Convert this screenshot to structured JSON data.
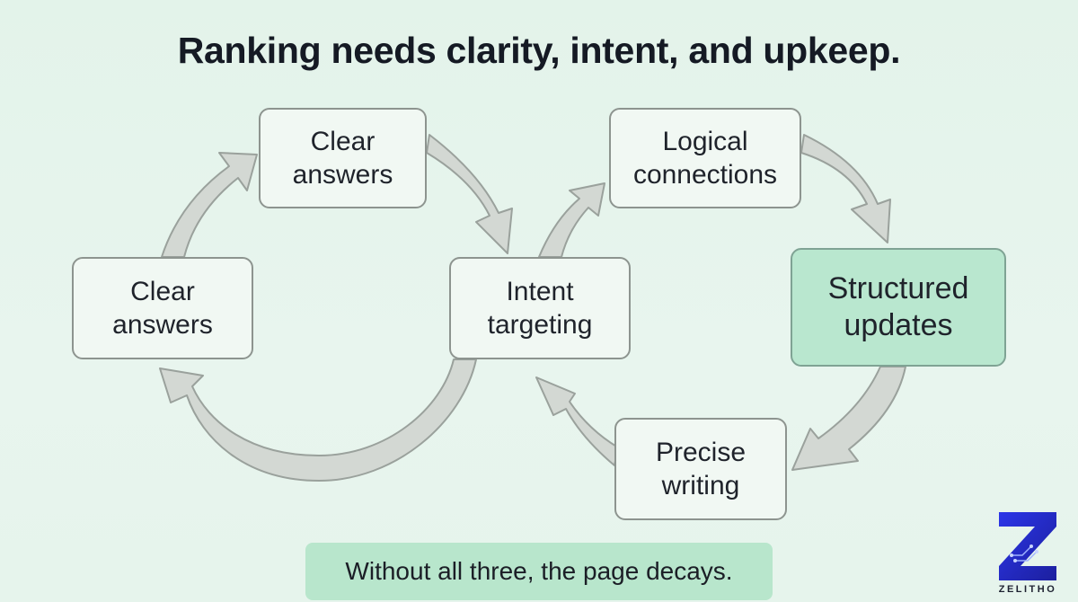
{
  "title": "Ranking needs clarity, intent, and upkeep.",
  "nodes": {
    "clear_answers_top": {
      "line1": "Clear",
      "line2": "answers"
    },
    "clear_answers_left": {
      "line1": "Clear",
      "line2": "answers"
    },
    "intent_targeting": {
      "line1": "Intent",
      "line2": "targeting"
    },
    "logical_connections": {
      "line1": "Logical",
      "line2": "connections"
    },
    "structured_updates": {
      "line1": "Structured",
      "line2": "updates"
    },
    "precise_writing": {
      "line1": "Precise",
      "line2": "writing"
    }
  },
  "caption": "Without all three, the page decays.",
  "logo": {
    "text": "ZELITHO"
  },
  "colors": {
    "background": "#e6f4ec",
    "node_fill": "#f1f8f3",
    "highlight_fill": "#b9e7cf",
    "caption_fill": "#b8e6cc",
    "arrow_fill": "#d3d8d3",
    "arrow_stroke": "#9aa19c",
    "logo_blue": "#2b2fd6"
  }
}
